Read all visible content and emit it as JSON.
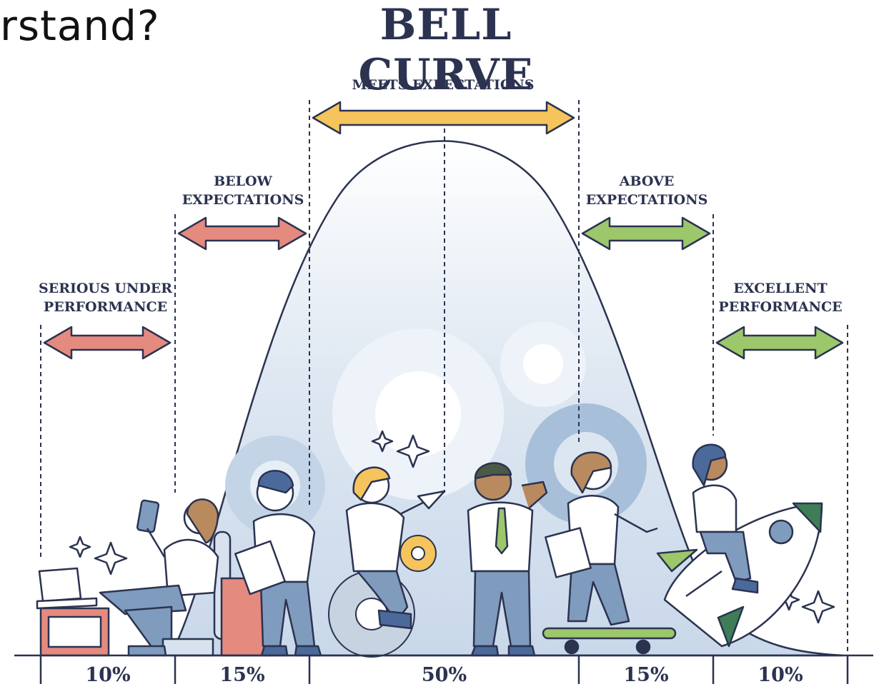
{
  "header": {
    "cut_text": "rstand?",
    "title": "BELL CURVE"
  },
  "colors": {
    "ink": "#2b3350",
    "red": "#e58a7f",
    "orange": "#f6c45c",
    "green": "#9cc76a",
    "curve_fill": "#dbe6f1",
    "gear": "#aac3de"
  },
  "segments": [
    {
      "line1": "SERIOUS UNDER",
      "line2": "PERFORMANCE",
      "percent": "10%",
      "arrow_color": "red"
    },
    {
      "line1": "BELOW",
      "line2": "EXPECTATIONS",
      "percent": "15%",
      "arrow_color": "red"
    },
    {
      "line1": "MEETS EXPECTATIONS",
      "line2": "",
      "percent": "50%",
      "arrow_color": "orange"
    },
    {
      "line1": "ABOVE",
      "line2": "EXPECTATIONS",
      "percent": "15%",
      "arrow_color": "green"
    },
    {
      "line1": "EXCELLENT",
      "line2": "PERFORMANCE",
      "percent": "10%",
      "arrow_color": "green"
    }
  ],
  "illustration": {
    "icons": [
      "gear-icon",
      "laptop-icon",
      "phone-icon",
      "clipboard-icon",
      "paper-plane-icon",
      "skateboard-icon",
      "rocket-icon",
      "sparkle-icon"
    ]
  }
}
